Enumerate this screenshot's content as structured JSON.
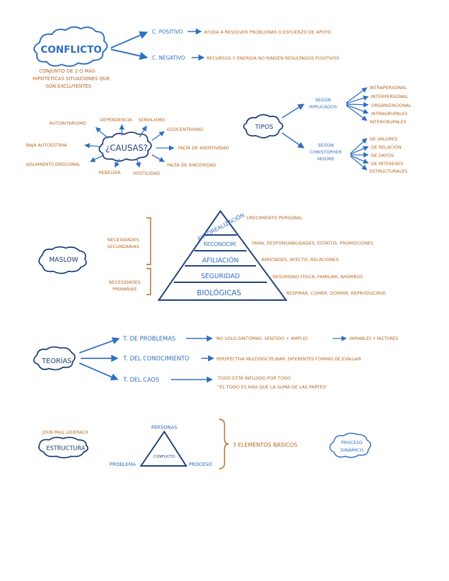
{
  "colors": {
    "blue": "#2f6fc0",
    "orange": "#b5651d",
    "ink": "#1d3f78"
  },
  "section1": {
    "title": "CONFLICTO",
    "definition": [
      "CONJUNTO DE 2 O MÁS",
      "HIPOTÉTICAS SITUACIONES QUE",
      "SON EXCLUYENTES"
    ],
    "positive_label": "C. POSITIVO",
    "positive_text": "AYUDA A RESOLVER PROBLEMAS O ESFUERZO DE APOYO",
    "negative_label": "C. NEGATIVO",
    "negative_text": "RECURSOS Y ENERGÍA NO RINDEN RESULTADOS POSITIVOS"
  },
  "causas": {
    "center": "¿CAUSAS?",
    "items": [
      "AUTORITARISMO",
      "DEPENDENCIA",
      "SERVILISMO",
      "EGOCENTRISMO",
      "BAJA AUTOESTIMA",
      "FALTA DE ASERTIVIDAD",
      "AISLAMIENTO EMOCIONAL",
      "REBELDÍA",
      "HOSTILIDAD",
      "FALTA DE SINCERIDAD"
    ]
  },
  "tipos": {
    "center": "TIPOS",
    "group1_label": [
      "SEGÚN",
      "IMPLICADOS"
    ],
    "group1_items": [
      "INTRAPERSONAL",
      "INTERPERSONAL",
      "ORGANIZACIONAL",
      "INTRAGRUPALES",
      "INTERGRUPALES"
    ],
    "group2_label": [
      "SEGÚN",
      "CHRISTOPHER",
      "MOORE"
    ],
    "group2_items": [
      "DE VALORES",
      "DE RELACIÓN",
      "DE DATOS",
      "DE INTERESES",
      "ESTRUCTURALES"
    ]
  },
  "maslow": {
    "title": "MASLOW",
    "secundarias": [
      "NECESIDADES",
      "SECUNDARIAS"
    ],
    "primarias": [
      "NECESIDADES",
      "PRIMARIAS"
    ],
    "levels": [
      "AUTOREALIZACIÓN",
      "RECONOCIM.",
      "AFILIACIÓN",
      "SEGURIDAD",
      "BIOLÓGICAS"
    ],
    "descriptions": [
      "CRECIMIENTO PERSONAL",
      "FAMA, RESPONSABILIDADES, ESTATUS, PROMOCIONES",
      "AMISTADES, AFECTO, RELACIONES",
      "SEGURIDAD FÍSICA, FAMILIAR, AHORROS",
      "RESPIRAR, COMER, DORMIR, REPRODUCIRSE"
    ]
  },
  "teorias": {
    "title": "TEORÍAS",
    "t1_label": "T. DE PROBLEMAS",
    "t1_text": "NO SOLO SÍNTOMAS, SENTIDO + AMPLIO",
    "t1_extra": "VARIABLES Y FACTORES",
    "t2_label": "T. DEL CONOCIMIENTO",
    "t2_text": "PERSPECTIVA MULTIDISCIPLINAR, DIFERENTES FORMAS DE EVALUAR",
    "t3_label": "T. DEL CAOS",
    "t3_text1": "TODO ESTÁ INFLUIDO POR TODO",
    "t3_text2": "\"EL TODO ES MÁS QUE LA SUMA DE LAS PARTES\""
  },
  "estructura": {
    "author": "JOHN PAUL LEDERACH",
    "title": "ESTRUCTURA",
    "top": "PERSONAS",
    "left": "PROBLEMA",
    "right": "PROCESO",
    "center": "CONFLICTO",
    "elements": "3 ELEMENTOS BÁSICOS",
    "cloud": [
      "PROCESO",
      "DINÁMICO"
    ]
  }
}
